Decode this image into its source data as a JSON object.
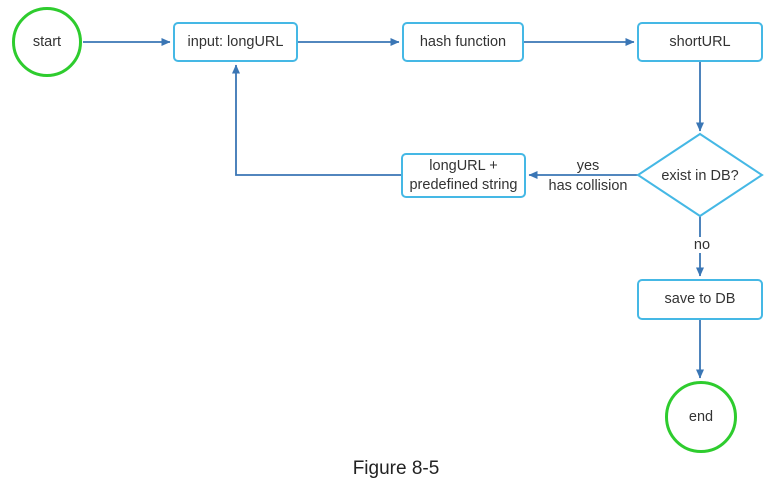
{
  "figure_caption": "Figure 8-5",
  "colors": {
    "node_border": "#45b8e5",
    "terminal_border": "#2ecc2e",
    "arrow": "#3a76b5",
    "text": "#333333",
    "background": "#ffffff"
  },
  "nodes": {
    "start": "start",
    "input": "input: longURL",
    "hash": "hash function",
    "shorturl": "shortURL",
    "decision": "exist in DB?",
    "append_line1": "longURL +",
    "append_line2": "predefined string",
    "save": "save to DB",
    "end": "end"
  },
  "edge_labels": {
    "yes": "yes",
    "has_collision": "has collision",
    "no": "no"
  }
}
